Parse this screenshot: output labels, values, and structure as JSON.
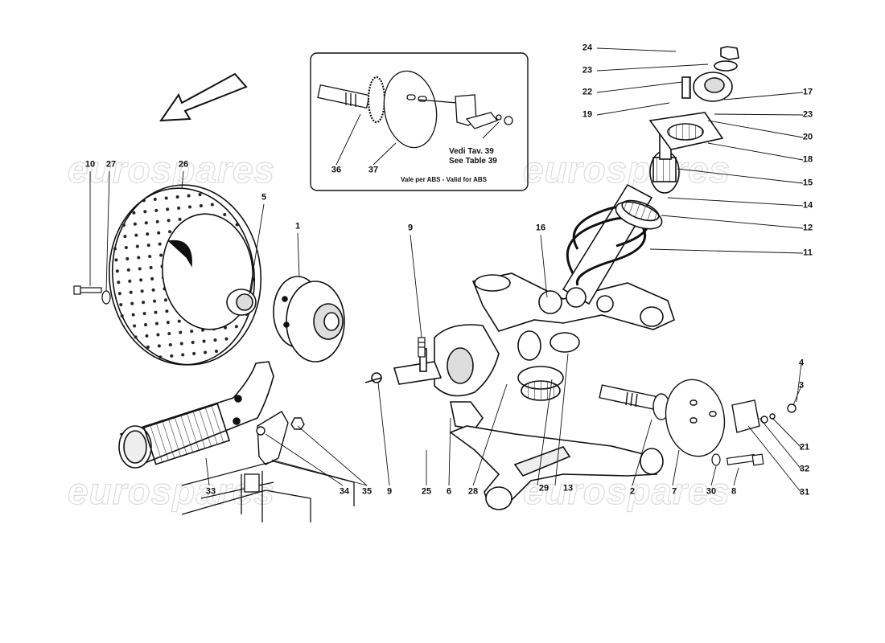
{
  "inset": {
    "note_line1": "Vedi  Tav. 39",
    "note_line2": "See Table 39",
    "abs_note": "Vale per ABS - Valid for ABS"
  },
  "watermark": "eurospares",
  "callouts": {
    "c1": "1",
    "c2": "2",
    "c3": "3",
    "c4": "4",
    "c5": "5",
    "c6": "6",
    "c7": "7",
    "c8": "8",
    "c9a": "9",
    "c9b": "9",
    "c10": "10",
    "c11": "11",
    "c12": "12",
    "c13": "13",
    "c14": "14",
    "c15": "15",
    "c16": "16",
    "c17": "17",
    "c18": "18",
    "c19": "19",
    "c20": "20",
    "c21": "21",
    "c22": "22",
    "c23a": "23",
    "c23b": "23",
    "c24": "24",
    "c25": "25",
    "c26": "26",
    "c27": "27",
    "c28": "28",
    "c29": "29",
    "c30": "30",
    "c31": "31",
    "c32": "32",
    "c33": "33",
    "c34": "34",
    "c35": "35",
    "c36": "36",
    "c37": "37"
  }
}
